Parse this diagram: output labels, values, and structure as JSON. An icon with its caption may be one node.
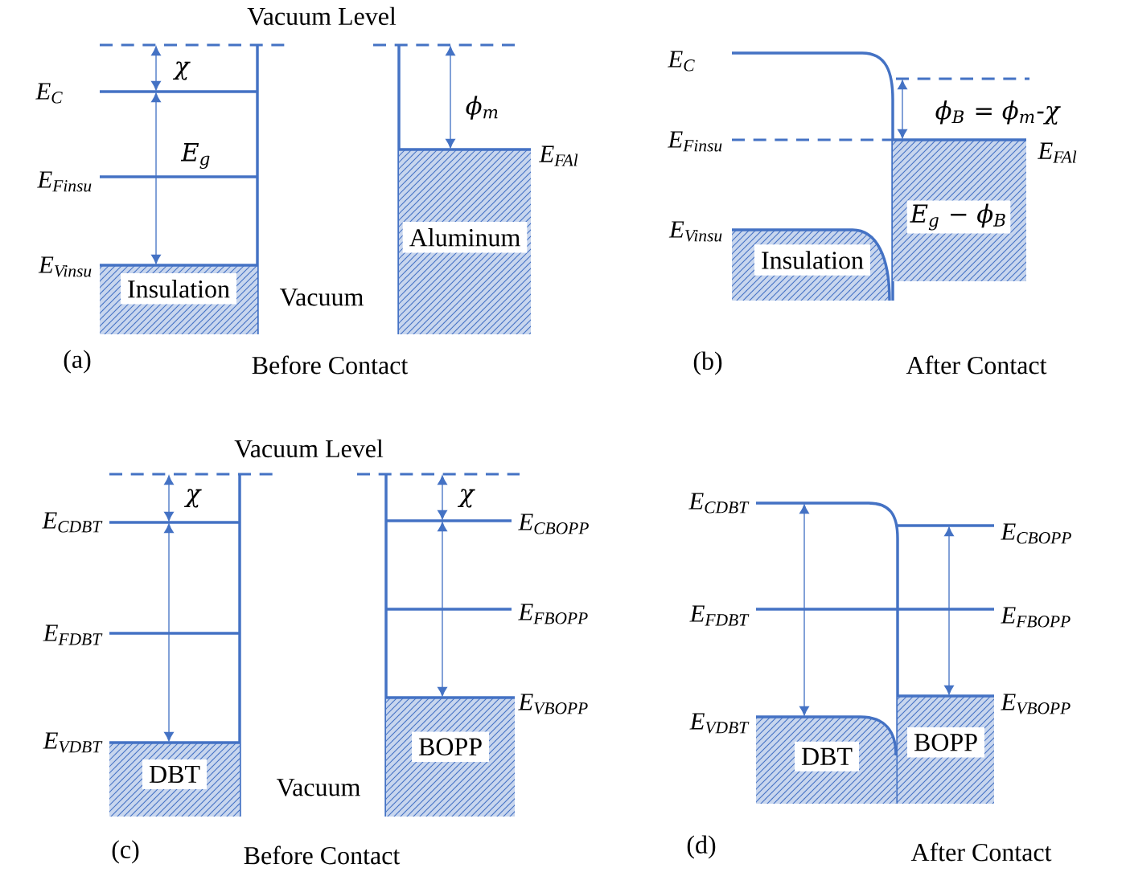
{
  "diagram": {
    "nodes": [
      {
        "text": [
          "Insulation"
        ]
      },
      {
        "text": [
          "Aluminum"
        ]
      },
      {
        "text": [
          "Insulation"
        ]
      },
      {
        "text": [],
        "shape": "box"
      },
      {
        "text": [
          "DBT"
        ]
      },
      {
        "text": [
          "BOPP"
        ]
      },
      {
        "text": [
          "DBT"
        ]
      },
      {
        "text": [
          "BOPP"
        ]
      }
    ],
    "labels": [
      "Vacuum Level",
      "χ",
      "E$_{C}$",
      "ϕ$_{m}$",
      "E$_{g}$",
      "E$_{Finsu}$",
      "E$_{FAl}$",
      "E$_{Vinsu}$",
      "Vacuum",
      "(a)",
      "Before Contact",
      "E$_{C}$",
      "ϕ$_{B}$ = ϕ$_{m}$-χ",
      "E$_{Finsu}$",
      "E$_{FAl}$",
      "E$_{Vinsu}$",
      "E$_{g}$ − ϕ$_{B}$",
      "(b)",
      "After Contact",
      "Vacuum Level",
      "χ",
      "E$_{CDBT}$",
      "χ",
      "E$_{CBOPP}$",
      "E$_{FDBT}$",
      "E$_{FBOPP}$",
      "E$_{VDBT}$",
      "E$_{VBOPP}$",
      "Vacuum",
      "(c)",
      "Before Contact",
      "E$_{CDBT}$",
      "E$_{CBOPP}$",
      "E$_{FDBT}$",
      "E$_{FBOPP}$",
      "E$_{VBOPP}$",
      "E$_{VDBT}$",
      "(d)",
      "After Contact"
    ]
  }
}
